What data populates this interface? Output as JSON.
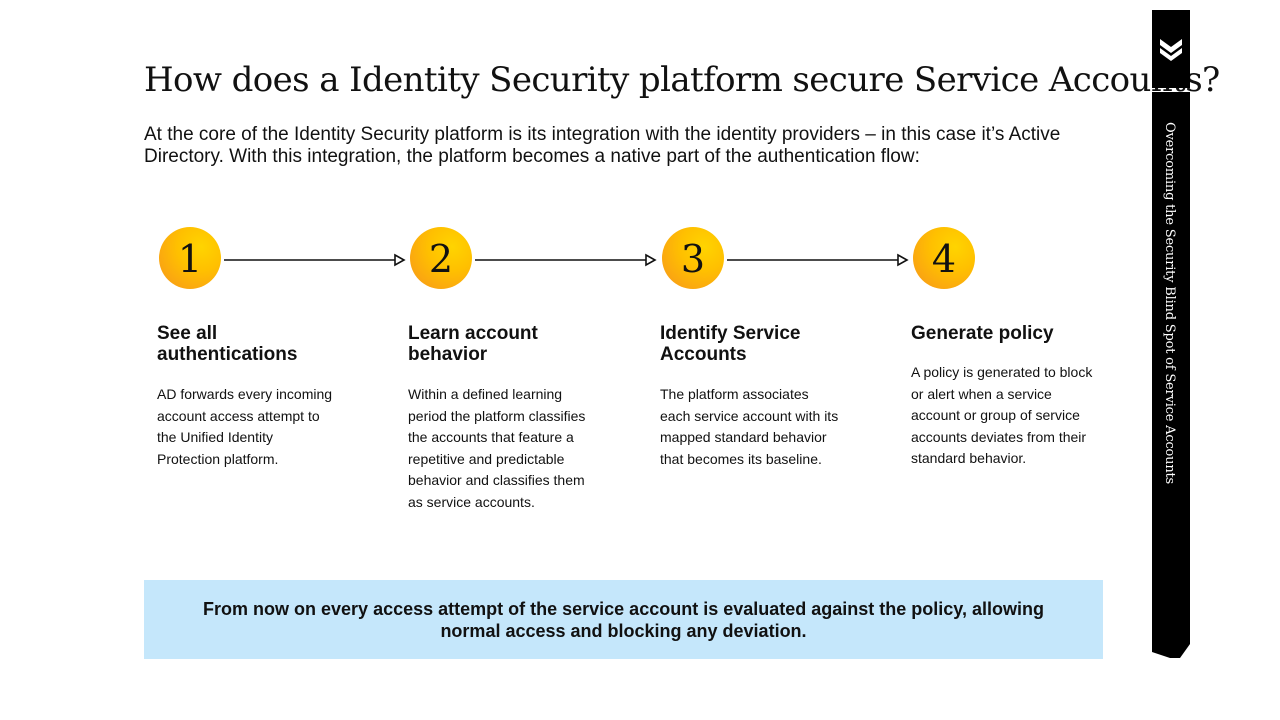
{
  "title": "How does a Identity Security platform secure Service Accounts?",
  "intro": "At the core of the Identity Security platform is its integration with the identity providers – in this case it’s Active Directory. With this integration, the platform becomes a native part of the authentication flow:",
  "steps": [
    {
      "number": "1",
      "title": "See all authentications",
      "text": "AD forwards every incoming account access attempt to the Unified Identity Protection platform."
    },
    {
      "number": "2",
      "title": "Learn account behavior",
      "text": "Within a defined learning period the platform classifies the accounts that feature a repetitive and predictable behavior and classifies them as service accounts."
    },
    {
      "number": "3",
      "title": "Identify Service Accounts",
      "text": "The platform associates each service account with its mapped standard behavior that becomes its baseline."
    },
    {
      "number": "4",
      "title": "Generate policy",
      "text": "A policy is generated to block or alert when a service account or group of service accounts deviates from their standard behavior."
    }
  ],
  "banner": "From now on every access attempt of the service account is evaluated against the policy, allowing normal access and blocking any deviation.",
  "sidebar": {
    "label": "Overcoming the Security Blind Spot of Service Accounts",
    "icon": "double-chevron-down-icon"
  },
  "colors": {
    "circle_light": "#ffd400",
    "circle_dark": "#f7941d",
    "banner_bg": "#c5e7fb",
    "sidebar_bg": "#000000"
  }
}
